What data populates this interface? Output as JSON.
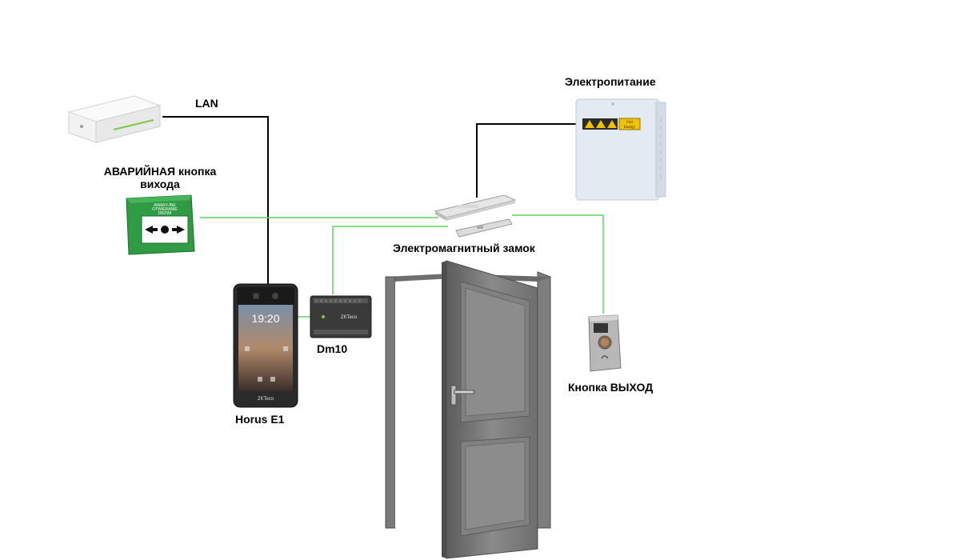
{
  "labels": {
    "lan": "LAN",
    "power_supply": "Электропитание",
    "emergency_button_line1": "АВАРИЙНАЯ кнопка",
    "emergency_button_line2": "вихода",
    "maglock": "Электромагнитный замок",
    "controller": "Dm10",
    "terminal": "Horus E1",
    "exit_button": "Кнопка ВЫХОД"
  },
  "devices": {
    "emergency_button_text": [
      "AWARYJNE",
      "OTWIERANIE",
      "DRZWI"
    ],
    "terminal_clock": "19:20",
    "terminal_brand": "ZKTeco",
    "controller_brand": "ZKTeco",
    "psu_brand": [
      "Full",
      "Energy"
    ]
  },
  "colors": {
    "lan_wire": "#000000",
    "signal_wire": "#5cd65c",
    "emergency_green": "#2f9c45",
    "door": "#7a7a7a",
    "door_dark": "#4d4d4d",
    "psu_body": "#e4eaf2",
    "warning_yellow": "#f2c200"
  }
}
